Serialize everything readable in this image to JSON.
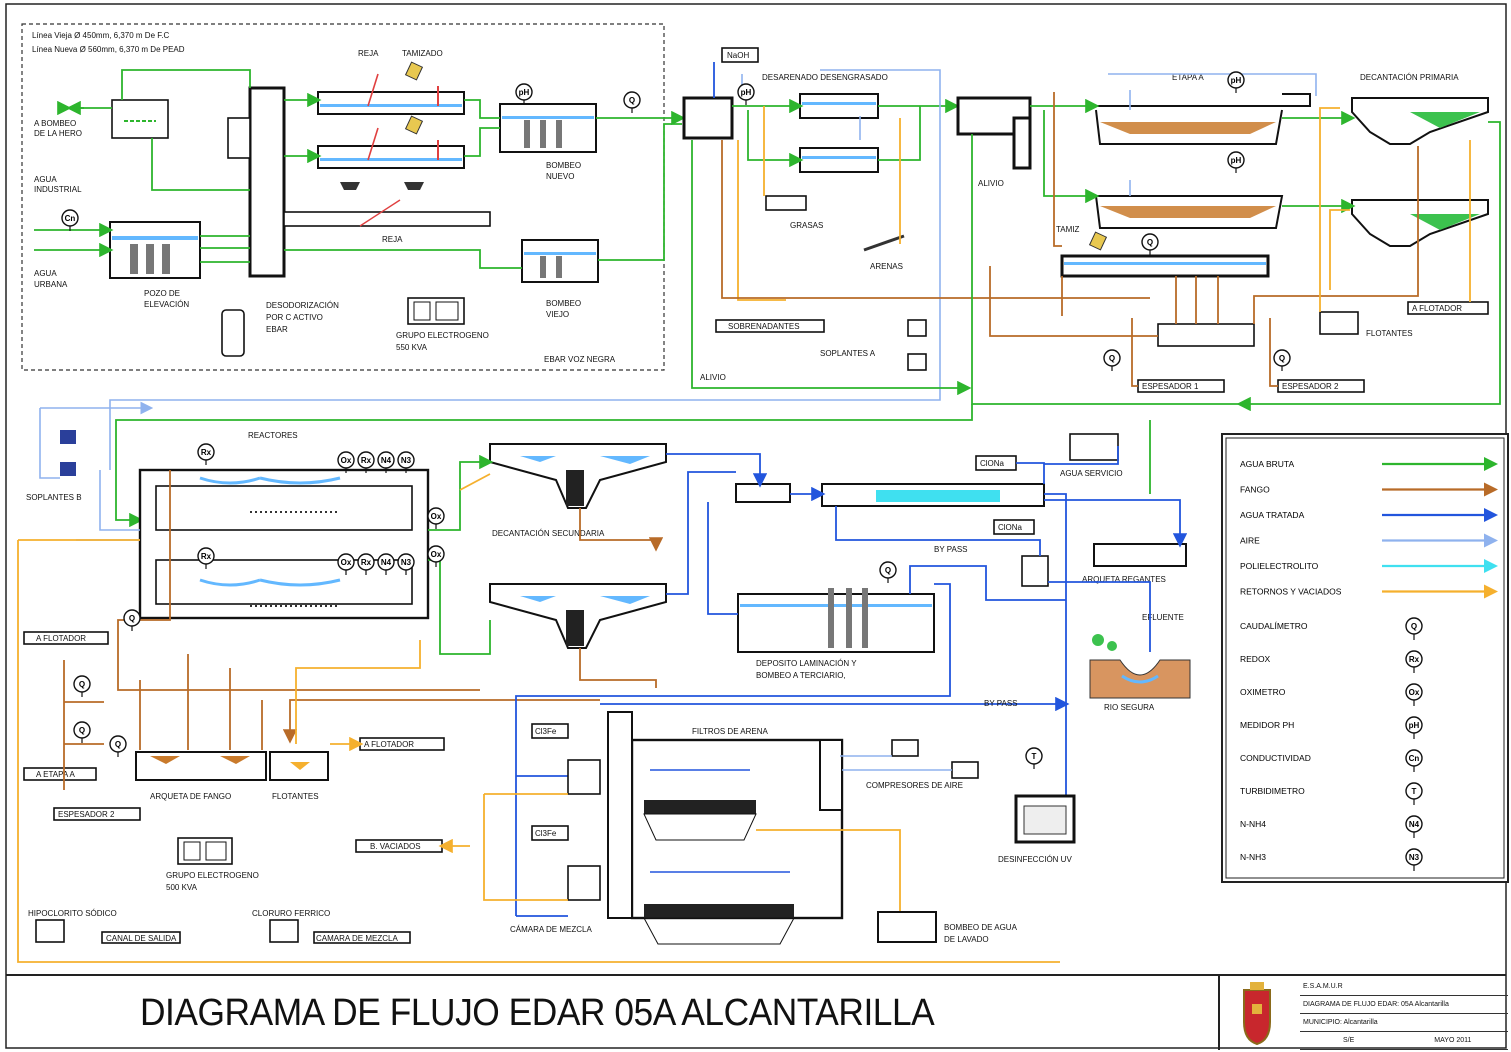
{
  "title": "DIAGRAMA DE FLUJO EDAR 05A ALCANTARILLA",
  "header_notes": [
    "Línea Vieja Ø 450mm, 6,370 m De F.C",
    "Línea Nueva Ø 560mm, 6,370 m De PEAD"
  ],
  "labels": {
    "reja": "REJA",
    "tamizado": "TAMIZADO",
    "a_bombeo": [
      "A BOMBEO",
      "DE LA HERO"
    ],
    "agua_industrial": [
      "AGUA",
      "INDUSTRIAL"
    ],
    "agua_urbana": [
      "AGUA",
      "URBANA"
    ],
    "pozo": [
      "POZO DE",
      "ELEVACIÓN"
    ],
    "reja_bottom": "REJA",
    "desodorizacion": [
      "DESODORIZACIÓN",
      "POR C ACTIVO",
      "EBAR"
    ],
    "grupo1": [
      "GRUPO ELECTROGENO",
      "550 KVA"
    ],
    "bombeo_nuevo": [
      "BOMBEO",
      "NUEVO"
    ],
    "bombeo_viejo": [
      "BOMBEO",
      "VIEJO"
    ],
    "ebar": "EBAR VOZ NEGRA",
    "naoh": "NaOH",
    "desarenado": "DESARENADO DESENGRASADO",
    "grasas": "GRASAS",
    "arenas": "ARENAS",
    "sobrenadantes": "SOBRENADANTES",
    "alivio1": "ALIVIO",
    "alivio2": "ALIVIO",
    "etapa_a": "ETAPA A",
    "decant_primaria": "DECANTACIÓN PRIMARIA",
    "tamiz": "TAMIZ",
    "soplantes_a": "SOPLANTES A",
    "a_flotador1": "A FLOTADOR",
    "flotantes1": "FLOTANTES",
    "espesador1": "ESPESADOR 1",
    "espesador2": "ESPESADOR 2",
    "soplantes_b": "SOPLANTES B",
    "reactores": "REACTORES",
    "decant_secundaria": "DECANTACIÓN SECUNDARIA",
    "clona1": "ClONa",
    "clona2": "ClONa",
    "agua_servicio": "AGUA SERVICIO",
    "by_pass1": "BY PASS",
    "by_pass2": "BY PASS",
    "arqueta_regantes": "ARQUETA REGANTES",
    "efluente": "EFLUENTE",
    "rio": "RIO SEGURA",
    "deposito": [
      "DEPOSITO LAMINACIÓN Y",
      "BOMBEO A TERCIARIO,"
    ],
    "a_flotador2": "A FLOTADOR",
    "a_flotador3": "A FLOTADOR",
    "a_etapa_a": "A ETAPA A",
    "espesador2b": "ESPESADOR 2",
    "arqueta_fango": "ARQUETA DE FANGO",
    "flotantes2": "FLOTANTES",
    "cl3fe1": "Cl3Fe",
    "cl3fe2": "Cl3Fe",
    "filtros": "FILTROS DE ARENA",
    "compresores": "COMPRESORES DE AIRE",
    "desinfeccion": "DESINFECCIÓN UV",
    "vaciados": "B. VACIADOS",
    "grupo2": [
      "GRUPO ELECTROGENO",
      "500 KVA"
    ],
    "hipoclorito": "HIPOCLORITO SÓDICO",
    "cloruro": "CLORURO FERRICO",
    "canal_salida": "CANAL DE SALIDA",
    "camara_mezcla_tag": "CAMARA DE MEZCLA",
    "camara_mezcla": "CÁMARA DE MEZCLA",
    "bombeo_lavado": [
      "BOMBEO DE AGUA",
      "DE LAVADO"
    ]
  },
  "legend": {
    "lines": [
      {
        "label": "AGUA BRUTA",
        "color": "#2db52d"
      },
      {
        "label": "FANGO",
        "color": "#b86b28"
      },
      {
        "label": "AGUA TRATADA",
        "color": "#2255dd"
      },
      {
        "label": "AIRE",
        "color": "#8fb2ee"
      },
      {
        "label": "POLIELECTROLITO",
        "color": "#3fe0f0"
      },
      {
        "label": "RETORNOS Y VACIADOS",
        "color": "#f5b02e"
      }
    ],
    "instruments": [
      {
        "label": "CAUDALÍMETRO",
        "symbol": "Q"
      },
      {
        "label": "REDOX",
        "symbol": "Rx"
      },
      {
        "label": "OXIMETRO",
        "symbol": "Ox"
      },
      {
        "label": "MEDIDOR PH",
        "symbol": "pH"
      },
      {
        "label": "CONDUCTIVIDAD",
        "symbol": "Cn"
      },
      {
        "label": "TURBIDIMETRO",
        "symbol": "T"
      },
      {
        "label": "N-NH4",
        "symbol": "N4"
      },
      {
        "label": "N-NH3",
        "symbol": "N3"
      }
    ]
  },
  "cartouche": {
    "org": "E.S.A.M.U.R",
    "line1": "DIAGRAMA DE FLUJO EDAR: 05A Alcantarilla",
    "line2": "MUNICIPIO: Alcantarilla",
    "line3": "S/E",
    "date": "MAYO 2011"
  }
}
